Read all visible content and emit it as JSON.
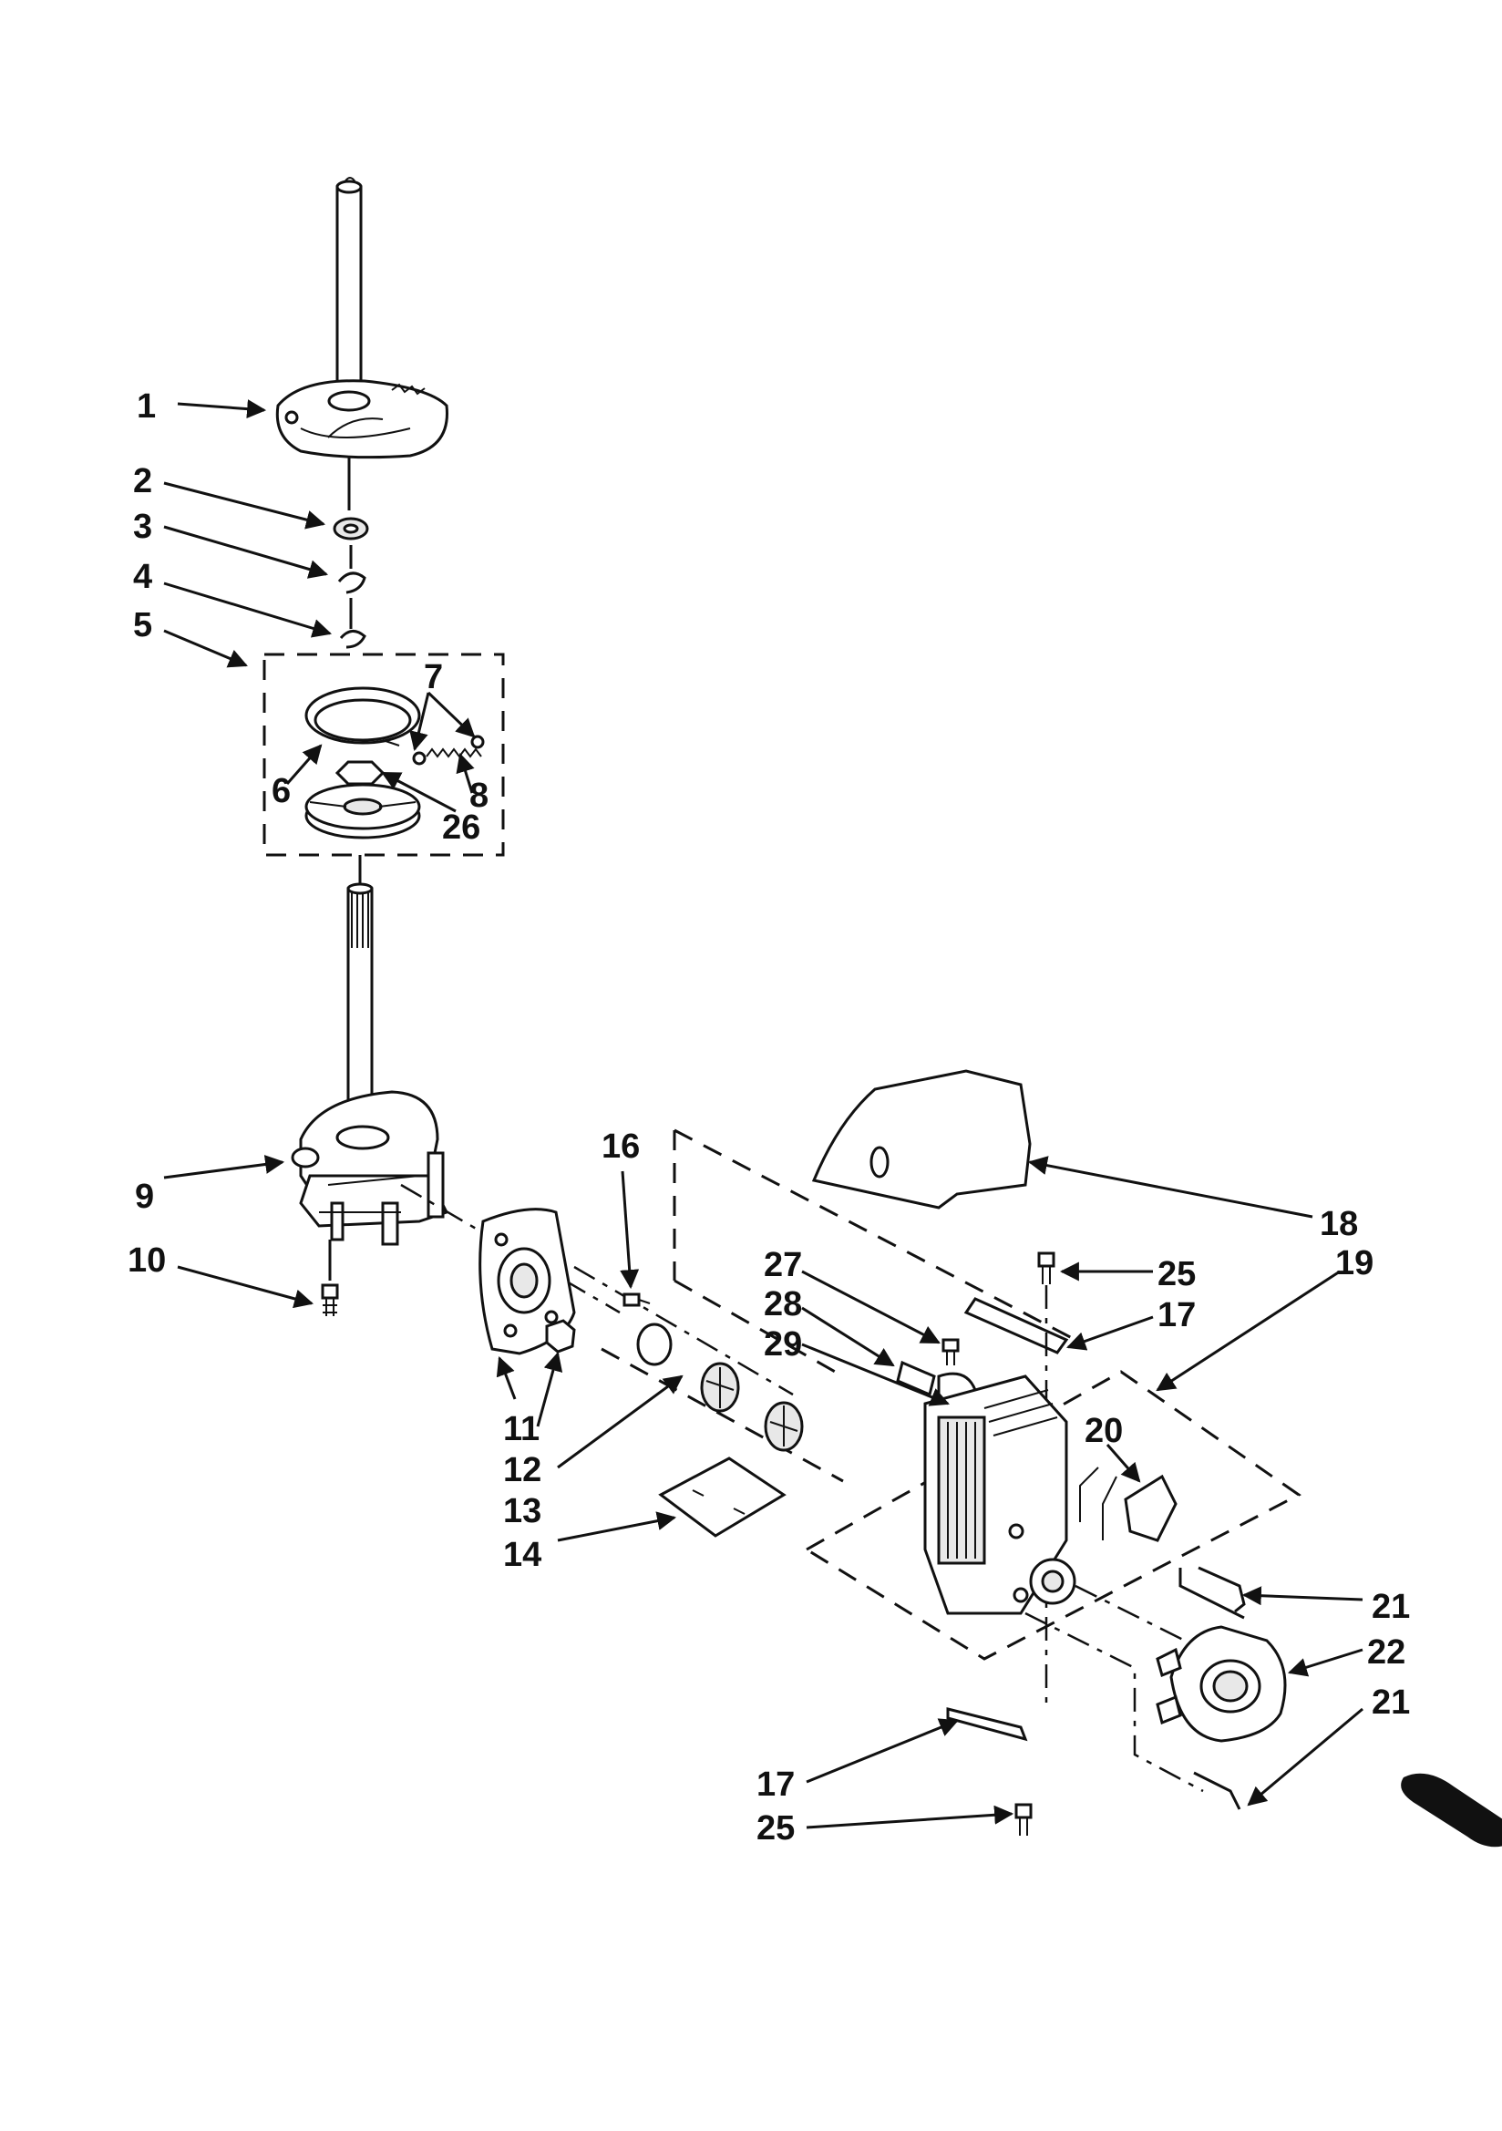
{
  "labels": {
    "l1": "1",
    "l2": "2",
    "l3": "3",
    "l4": "4",
    "l5": "5",
    "l6": "6",
    "l7": "7",
    "l8": "8",
    "l9": "9",
    "l10": "10",
    "l11": "11",
    "l12": "12",
    "l13": "13",
    "l14": "14",
    "l16": "16",
    "l17a": "17",
    "l17b": "17",
    "l18": "18",
    "l19": "19",
    "l20": "20",
    "l21a": "21",
    "l21b": "21",
    "l22": "22",
    "l25a": "25",
    "l25b": "25",
    "l26": "26",
    "l27": "27",
    "l28": "28",
    "l29": "29"
  }
}
